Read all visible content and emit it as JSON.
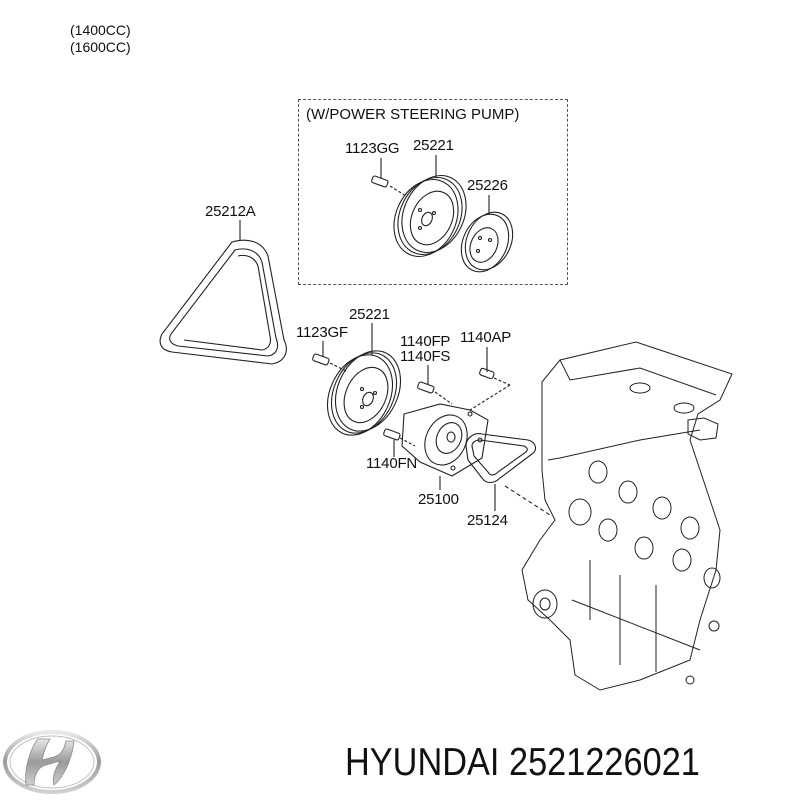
{
  "header_notes": [
    "(1400CC)",
    "(1600CC)"
  ],
  "option_box": {
    "title": "(W/POWER STEERING PUMP)",
    "labels": [
      "1123GG",
      "25221",
      "25226"
    ]
  },
  "part_labels": {
    "belt": "25212A",
    "pulley": "25221",
    "bolt_pulley": "1123GF",
    "bolt_fp": "1140FP",
    "bolt_fs": "1140FS",
    "bolt_ap": "1140AP",
    "bolt_fn": "1140FN",
    "water_pump": "25100",
    "gasket": "25124"
  },
  "footer": {
    "brand": "HYUNDAI",
    "part_number": "2521226021",
    "caption": "HYUNDAI 2521226021",
    "logo": "hyundai-logo"
  },
  "colors": {
    "line": "#222222",
    "text": "#111111",
    "logo_silver": "#9a9a9a"
  }
}
